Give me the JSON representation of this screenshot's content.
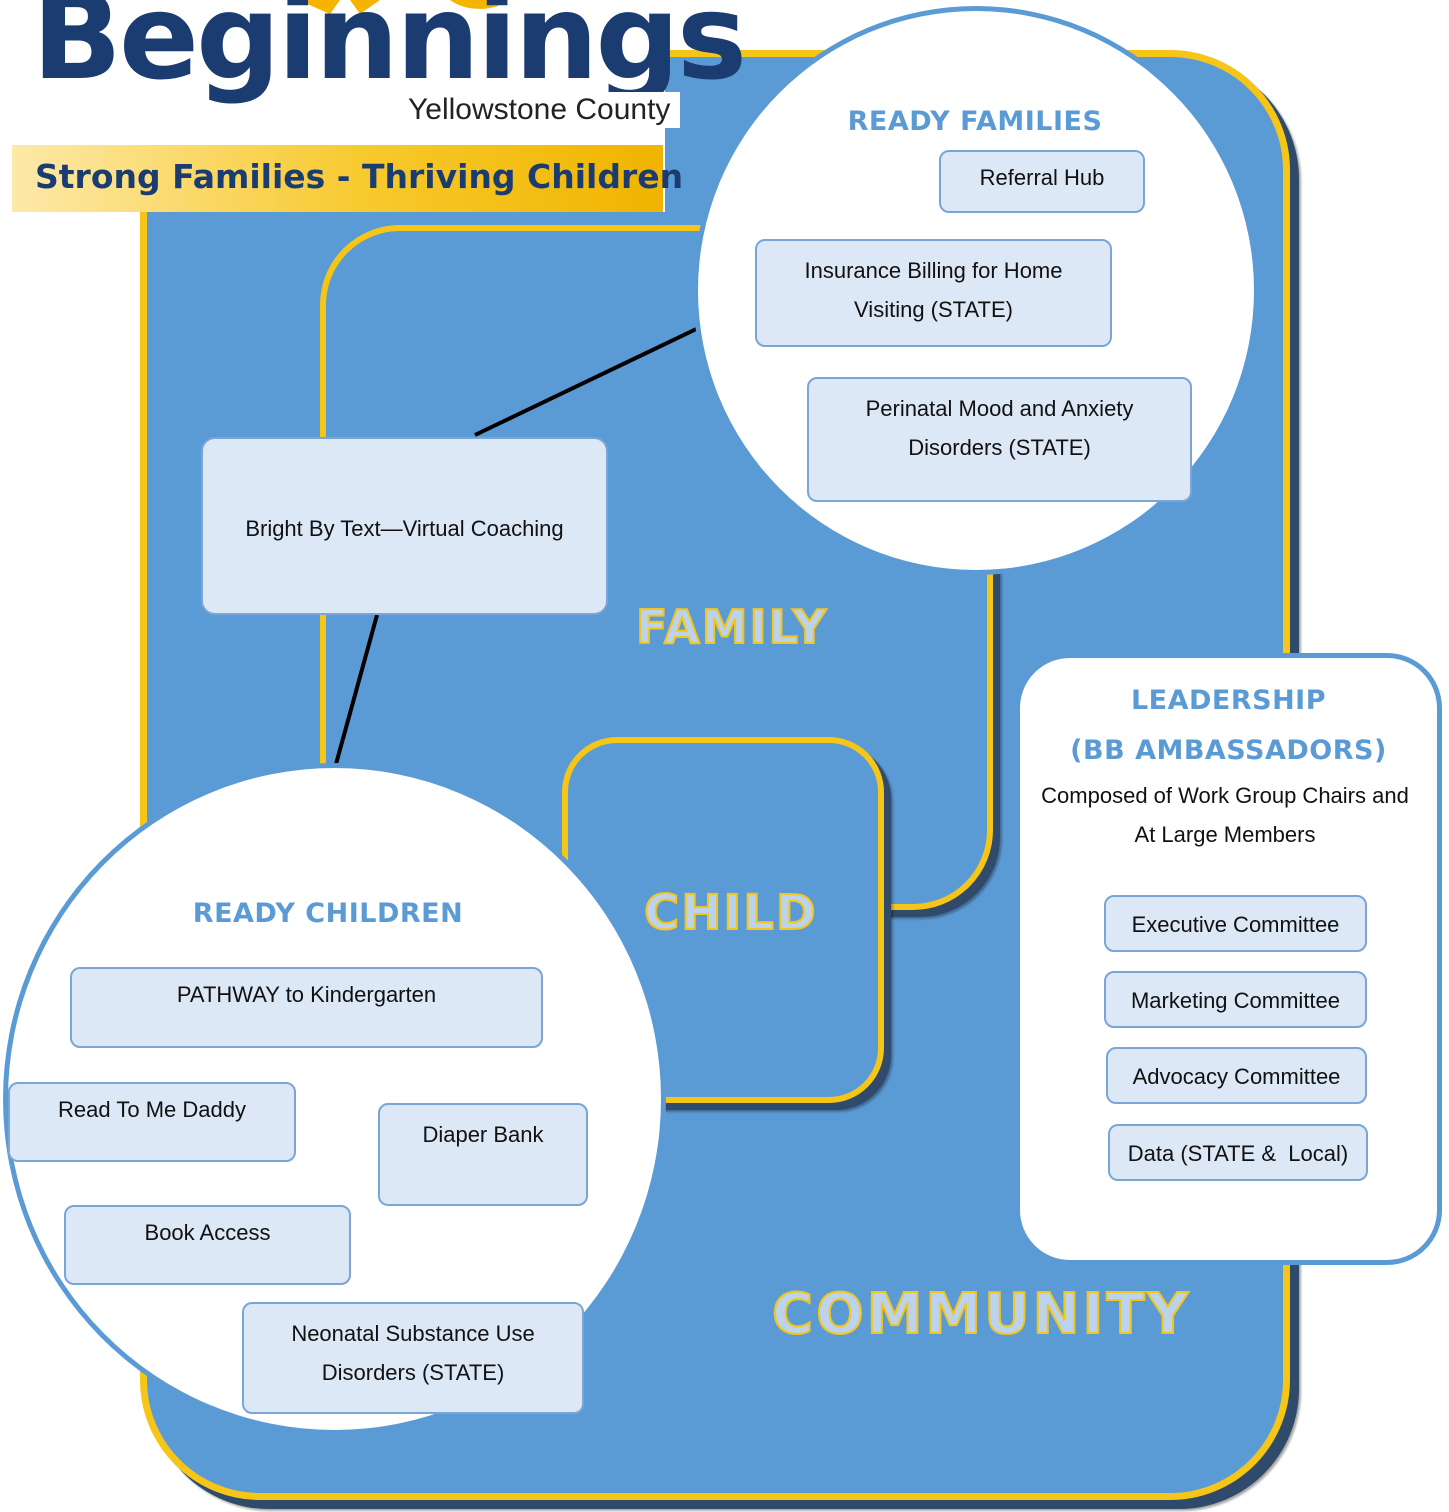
{
  "logo": {
    "wordmark": "Beginnings",
    "location": "Yellowstone County",
    "tagline": "Strong Families - Thriving Children"
  },
  "layers": {
    "family": "FAMILY",
    "child": "CHILD",
    "community": "COMMUNITY"
  },
  "center_box": "Bright By Text—Virtual Coaching",
  "ready_families": {
    "heading": "READY FAMILIES",
    "items": [
      "Referral Hub",
      "Insurance Billing for Home Visiting (STATE)",
      "Perinatal Mood and Anxiety Disorders (STATE)"
    ]
  },
  "ready_children": {
    "heading": "READY CHILDREN",
    "items": [
      "PATHWAY to Kindergarten",
      "Read To Me Daddy",
      "Diaper Bank",
      "Book Access",
      "Neonatal Substance Use Disorders (STATE)"
    ]
  },
  "leadership": {
    "heading_line1": "LEADERSHIP",
    "heading_line2": "(BB AMBASSADORS)",
    "description": "Composed of Work Group Chairs and At Large Members",
    "committees": [
      "Executive Committee",
      "Marketing Committee",
      "Advocacy Committee",
      "Data (STATE &  Local)"
    ]
  },
  "colors": {
    "square_fill": "#5b9bd5",
    "square_border": "#f5c518",
    "box_fill": "#dce8f6",
    "heading_blue": "#5b9bd5",
    "logo_navy": "#1b3c70"
  }
}
